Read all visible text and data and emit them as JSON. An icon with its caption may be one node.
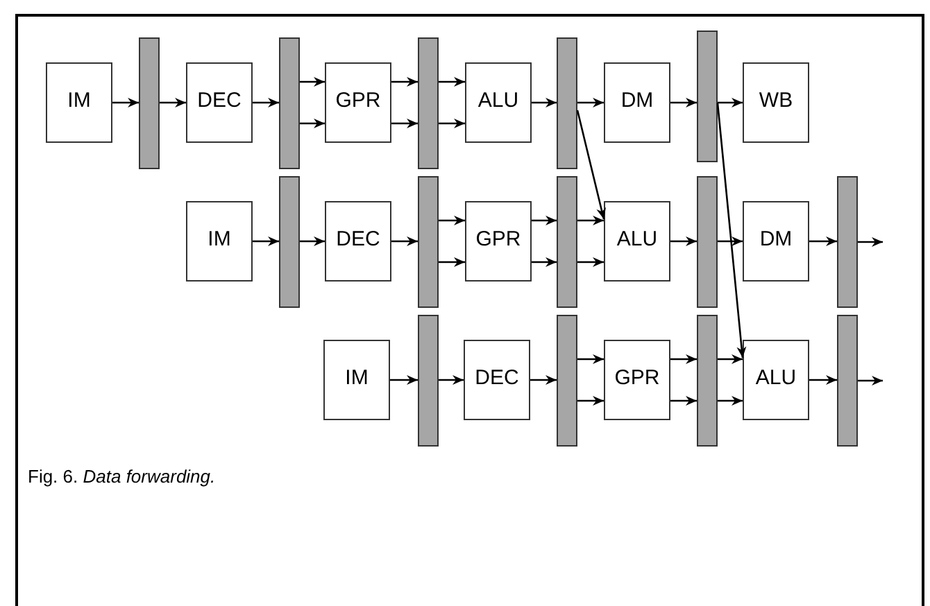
{
  "diagram": {
    "caption": "Fig. 6. *Data forwarding.*",
    "nodes": [
      {
        "text": [
          "IM"
        ]
      },
      {
        "text": [],
        "shape": "bar"
      },
      {
        "text": [
          "DEC"
        ]
      },
      {
        "text": [],
        "shape": "bar"
      },
      {
        "text": [
          "GPR"
        ]
      },
      {
        "text": [],
        "shape": "bar"
      },
      {
        "text": [
          "ALU"
        ]
      },
      {
        "text": [],
        "shape": "bar"
      },
      {
        "text": [
          "DM"
        ]
      },
      {
        "text": [],
        "shape": "bar"
      },
      {
        "text": [
          "WB"
        ]
      },
      {
        "text": [
          "IM"
        ]
      },
      {
        "text": [],
        "shape": "bar"
      },
      {
        "text": [
          "DEC"
        ]
      },
      {
        "text": [],
        "shape": "bar"
      },
      {
        "text": [
          "GPR"
        ]
      },
      {
        "text": [],
        "shape": "bar"
      },
      {
        "text": [
          "ALU"
        ]
      },
      {
        "text": [],
        "shape": "bar"
      },
      {
        "text": [
          "DM"
        ]
      },
      {
        "text": [],
        "shape": "bar"
      },
      {
        "text": [
          "IM"
        ]
      },
      {
        "text": [],
        "shape": "bar"
      },
      {
        "text": [
          "DEC"
        ]
      },
      {
        "text": [],
        "shape": "bar"
      },
      {
        "text": [
          "GPR"
        ]
      },
      {
        "text": [],
        "shape": "bar"
      },
      {
        "text": [
          "ALU"
        ]
      },
      {
        "text": [],
        "shape": "bar"
      }
    ],
    "edges": [
      {
        "from": 0,
        "to": 1,
        "arrow": "to"
      },
      {
        "from": 1,
        "to": 2,
        "arrow": "to"
      },
      {
        "from": 2,
        "to": 3,
        "arrow": "to"
      },
      {
        "from": 3,
        "to": 4,
        "arrow": "to"
      },
      {
        "from": 3,
        "to": 4,
        "arrow": "to"
      },
      {
        "from": 4,
        "to": 5,
        "arrow": "to"
      },
      {
        "from": 4,
        "to": 5,
        "arrow": "to"
      },
      {
        "from": 5,
        "to": 6,
        "arrow": "to"
      },
      {
        "from": 5,
        "to": 6,
        "arrow": "to"
      },
      {
        "from": 6,
        "to": 7,
        "arrow": "to"
      },
      {
        "from": 7,
        "to": 8,
        "arrow": "to"
      },
      {
        "from": 8,
        "to": 9,
        "arrow": "to"
      },
      {
        "from": 9,
        "to": 10,
        "arrow": "to"
      },
      {
        "from": 7,
        "to": 17,
        "arrow": "to"
      },
      {
        "from": 9,
        "to": 27,
        "arrow": "to"
      },
      {
        "from": 11,
        "to": 12,
        "arrow": "to"
      },
      {
        "from": 12,
        "to": 13,
        "arrow": "to"
      },
      {
        "from": 13,
        "to": 14,
        "arrow": "to"
      },
      {
        "from": 14,
        "to": 15,
        "arrow": "to"
      },
      {
        "from": 14,
        "to": 15,
        "arrow": "to"
      },
      {
        "from": 15,
        "to": 16,
        "arrow": "to"
      },
      {
        "from": 15,
        "to": 16,
        "arrow": "to"
      },
      {
        "from": 16,
        "to": 17,
        "arrow": "to"
      },
      {
        "from": 16,
        "to": 17,
        "arrow": "to"
      },
      {
        "from": 17,
        "to": 18,
        "arrow": "to"
      },
      {
        "from": 18,
        "to": 19,
        "arrow": "to"
      },
      {
        "from": 19,
        "to": 20,
        "arrow": "to"
      },
      {
        "from": 20,
        "to": null,
        "arrow": "to"
      },
      {
        "from": 21,
        "to": 22,
        "arrow": "to"
      },
      {
        "from": 22,
        "to": 23,
        "arrow": "to"
      },
      {
        "from": 23,
        "to": 24,
        "arrow": "to"
      },
      {
        "from": 24,
        "to": 25,
        "arrow": "to"
      },
      {
        "from": 24,
        "to": 25,
        "arrow": "to"
      },
      {
        "from": 25,
        "to": 26,
        "arrow": "to"
      },
      {
        "from": 25,
        "to": 26,
        "arrow": "to"
      },
      {
        "from": 26,
        "to": 27,
        "arrow": "to"
      },
      {
        "from": 26,
        "to": 27,
        "arrow": "to"
      },
      {
        "from": 27,
        "to": 28,
        "arrow": "to"
      },
      {
        "from": 28,
        "to": null,
        "arrow": "to"
      }
    ]
  }
}
